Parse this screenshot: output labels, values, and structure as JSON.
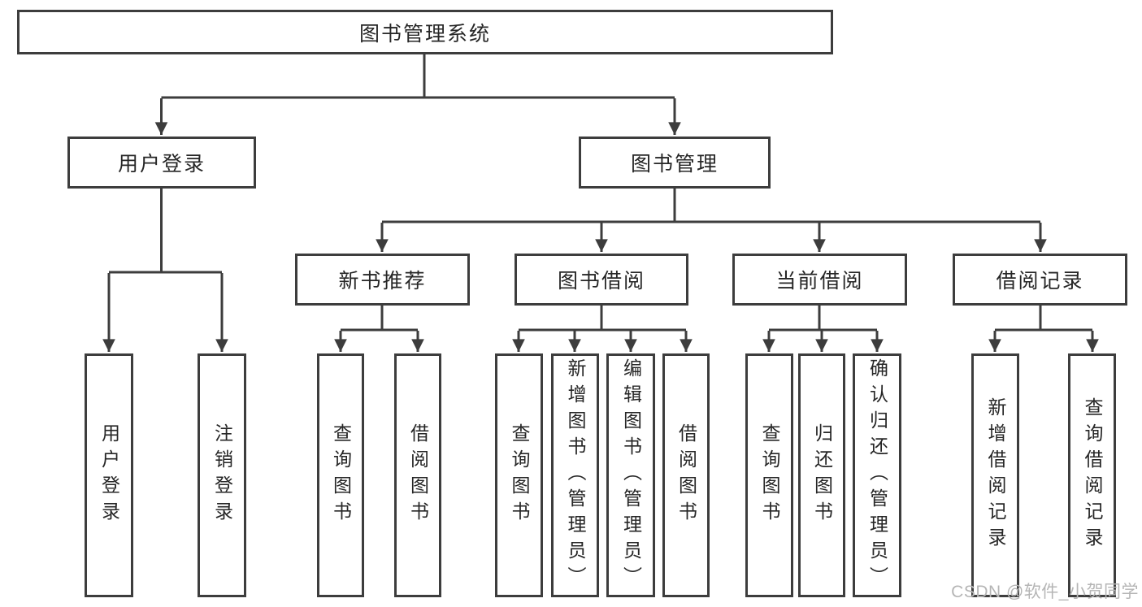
{
  "diagram": {
    "root": "图书管理系统",
    "level2": {
      "user_login": "用户登录",
      "book_mgmt": "图书管理"
    },
    "level3": {
      "new_books": "新书推荐",
      "book_borrow": "图书借阅",
      "current_borrow": "当前借阅",
      "borrow_records": "借阅记录"
    },
    "leaves": {
      "user_login_1": "用户登录",
      "user_login_2": "注销登录",
      "new_books_1": "查询图书",
      "new_books_2": "借阅图书",
      "book_borrow_1": "查询图书",
      "book_borrow_2": "新增图书（管理员）",
      "book_borrow_3": "编辑图书（管理员）",
      "book_borrow_4": "借阅图书",
      "current_borrow_1": "查询图书",
      "current_borrow_2": "归还图书",
      "current_borrow_3": "确认归还（管理员）",
      "borrow_records_1": "新增借阅记录",
      "borrow_records_2": "查询借阅记录"
    }
  },
  "watermark": "CSDN @软件_小贺同学",
  "colors": {
    "line": "#3d3d3d",
    "text": "#262626",
    "watermark": "#b5b5b5",
    "background": "#ffffff"
  }
}
